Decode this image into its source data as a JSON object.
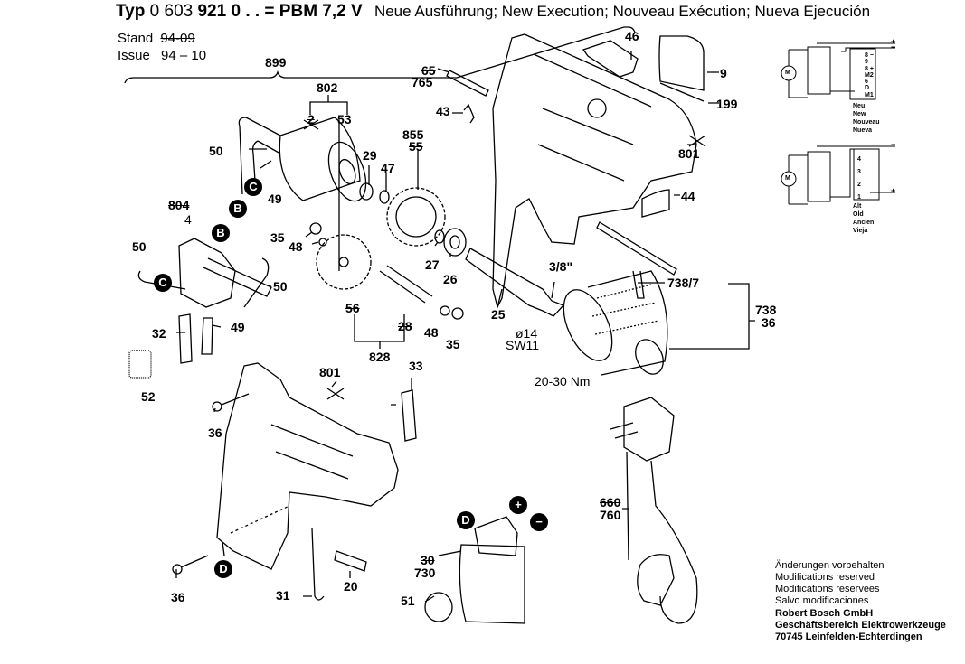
{
  "header": {
    "typ_label": "Typ",
    "typ_number_a": "0 603",
    "typ_number_b": "921",
    "typ_number_c": "0 . . = PBM 7,2 V",
    "subtitle": "Neue Ausführung; New Execution; Nouveau Exécution; Nueva Ejecución",
    "stand_label": "Stand",
    "stand_old": "94-09",
    "issue_label": "Issue",
    "issue_value": "94 – 10"
  },
  "parts": [
    {
      "id": "899",
      "label": "899"
    },
    {
      "id": "802",
      "label": "802"
    },
    {
      "id": "2",
      "label": "2",
      "struck": true
    },
    {
      "id": "53",
      "label": "53"
    },
    {
      "id": "50a",
      "label": "50"
    },
    {
      "id": "49a",
      "label": "49"
    },
    {
      "id": "29",
      "label": "29"
    },
    {
      "id": "47",
      "label": "47"
    },
    {
      "id": "855",
      "label": "855"
    },
    {
      "id": "55",
      "label": "55",
      "struck": true
    },
    {
      "id": "65",
      "label": "65",
      "struck": true
    },
    {
      "id": "765",
      "label": "765"
    },
    {
      "id": "43",
      "label": "43"
    },
    {
      "id": "46",
      "label": "46"
    },
    {
      "id": "9",
      "label": "9"
    },
    {
      "id": "199",
      "label": "199"
    },
    {
      "id": "801a",
      "label": "801"
    },
    {
      "id": "44",
      "label": "44"
    },
    {
      "id": "804",
      "label": "804",
      "struck": true
    },
    {
      "id": "4",
      "label": "4"
    },
    {
      "id": "35a",
      "label": "35"
    },
    {
      "id": "48a",
      "label": "48"
    },
    {
      "id": "27",
      "label": "27"
    },
    {
      "id": "26",
      "label": "26"
    },
    {
      "id": "3_8",
      "label": "3/8\""
    },
    {
      "id": "738_7",
      "label": "738/7"
    },
    {
      "id": "738",
      "label": "738"
    },
    {
      "id": "36_struck",
      "label": "36",
      "struck": true
    },
    {
      "id": "50b",
      "label": "50"
    },
    {
      "id": "50c",
      "label": "50"
    },
    {
      "id": "56",
      "label": "56",
      "struck": true
    },
    {
      "id": "28",
      "label": "28",
      "struck": true
    },
    {
      "id": "48b",
      "label": "48"
    },
    {
      "id": "35b",
      "label": "35"
    },
    {
      "id": "25",
      "label": "25"
    },
    {
      "id": "d14",
      "label": "ø14"
    },
    {
      "id": "sw11",
      "label": "SW11"
    },
    {
      "id": "32",
      "label": "32"
    },
    {
      "id": "49b",
      "label": "49"
    },
    {
      "id": "828",
      "label": "828"
    },
    {
      "id": "52",
      "label": "52"
    },
    {
      "id": "801b",
      "label": "801"
    },
    {
      "id": "33",
      "label": "33"
    },
    {
      "id": "torque",
      "label": "20-30 Nm"
    },
    {
      "id": "36a",
      "label": "36"
    },
    {
      "id": "36b",
      "label": "36"
    },
    {
      "id": "31",
      "label": "31"
    },
    {
      "id": "20",
      "label": "20"
    },
    {
      "id": "30",
      "label": "30",
      "struck": true
    },
    {
      "id": "730",
      "label": "730"
    },
    {
      "id": "51",
      "label": "51"
    },
    {
      "id": "660",
      "label": "660",
      "struck": true
    },
    {
      "id": "760",
      "label": "760"
    }
  ],
  "badges": {
    "b": "B",
    "c": "C",
    "d": "D",
    "plus": "+",
    "minus": "−"
  },
  "wiring": {
    "motor": "M",
    "new_terminals": [
      "8 −",
      "9",
      "8 +",
      "M2",
      "6",
      "D",
      "M1"
    ],
    "new_caption": [
      "Neu",
      "New",
      "Nouveau",
      "Nueva"
    ],
    "old_terminals": [
      "4",
      "3",
      "2",
      "1"
    ],
    "old_caption": [
      "Alt",
      "Old",
      "Ancien",
      "Vieja"
    ],
    "plus": "+",
    "minus": "−"
  },
  "footer": {
    "lines": [
      "Änderungen vorbehalten",
      "Modifications reserved",
      "Modifications reservees",
      "Salvo modificaciones"
    ],
    "company": [
      "Robert Bosch GmbH",
      "Geschäftsbereich Elektrowerkzeuge",
      "70745 Leinfelden-Echterdingen"
    ]
  }
}
